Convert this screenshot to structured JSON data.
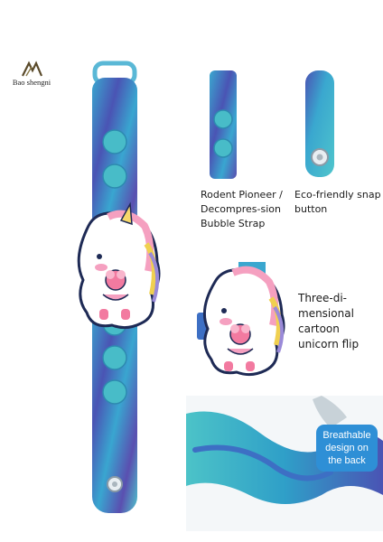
{
  "brand": {
    "name": "Bao shengni",
    "logo_icon": "bs-monogram-logo-icon"
  },
  "features": {
    "strap": "Rodent Pioneer / Decompres-sion Bubble Strap",
    "snap": "Eco-friendly snap button",
    "flip": "Three-di-mensional cartoon unicorn flip",
    "back": "Breathable design on the back"
  },
  "colors": {
    "strap_blue": "#2f9fc8",
    "strap_purple": "#4a4fb0",
    "strap_teal": "#4cc3c8",
    "callout_blue": "#2e8fd6",
    "unicorn_pink": "#f5a0c0",
    "outline_navy": "#1e2a55"
  }
}
